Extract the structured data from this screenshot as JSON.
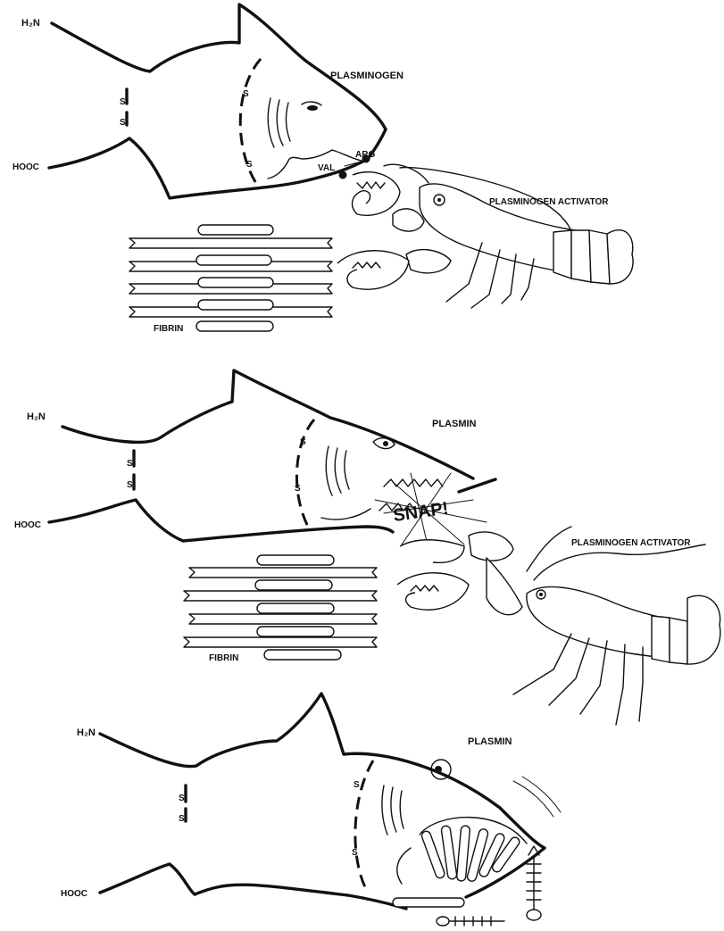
{
  "panels": [
    {
      "enzyme_label": "PLASMINOGEN",
      "n_terminus": "H₂N",
      "c_terminus": "HOOC",
      "disulfide_s": [
        "S",
        "S"
      ],
      "jaw_s": [
        "S",
        "S"
      ],
      "residue_upper": "ARG",
      "residue_lower": "VAL",
      "activator_label": "PLASMINOGEN ACTIVATOR",
      "fibrin_label": "FIBRIN"
    },
    {
      "enzyme_label": "PLASMIN",
      "n_terminus": "H₂N",
      "c_terminus": "HOOC",
      "disulfide_s": [
        "S",
        "S"
      ],
      "jaw_s": [
        "S",
        "S"
      ],
      "snap_text": "SNAP!",
      "activator_label": "PLASMINOGEN ACTIVATOR",
      "fibrin_label": "FIBRIN"
    },
    {
      "enzyme_label": "PLASMIN",
      "n_terminus": "H₂N",
      "c_terminus": "HOOC",
      "disulfide_s": [
        "S",
        "S"
      ],
      "jaw_s": [
        "S",
        "S"
      ]
    }
  ]
}
